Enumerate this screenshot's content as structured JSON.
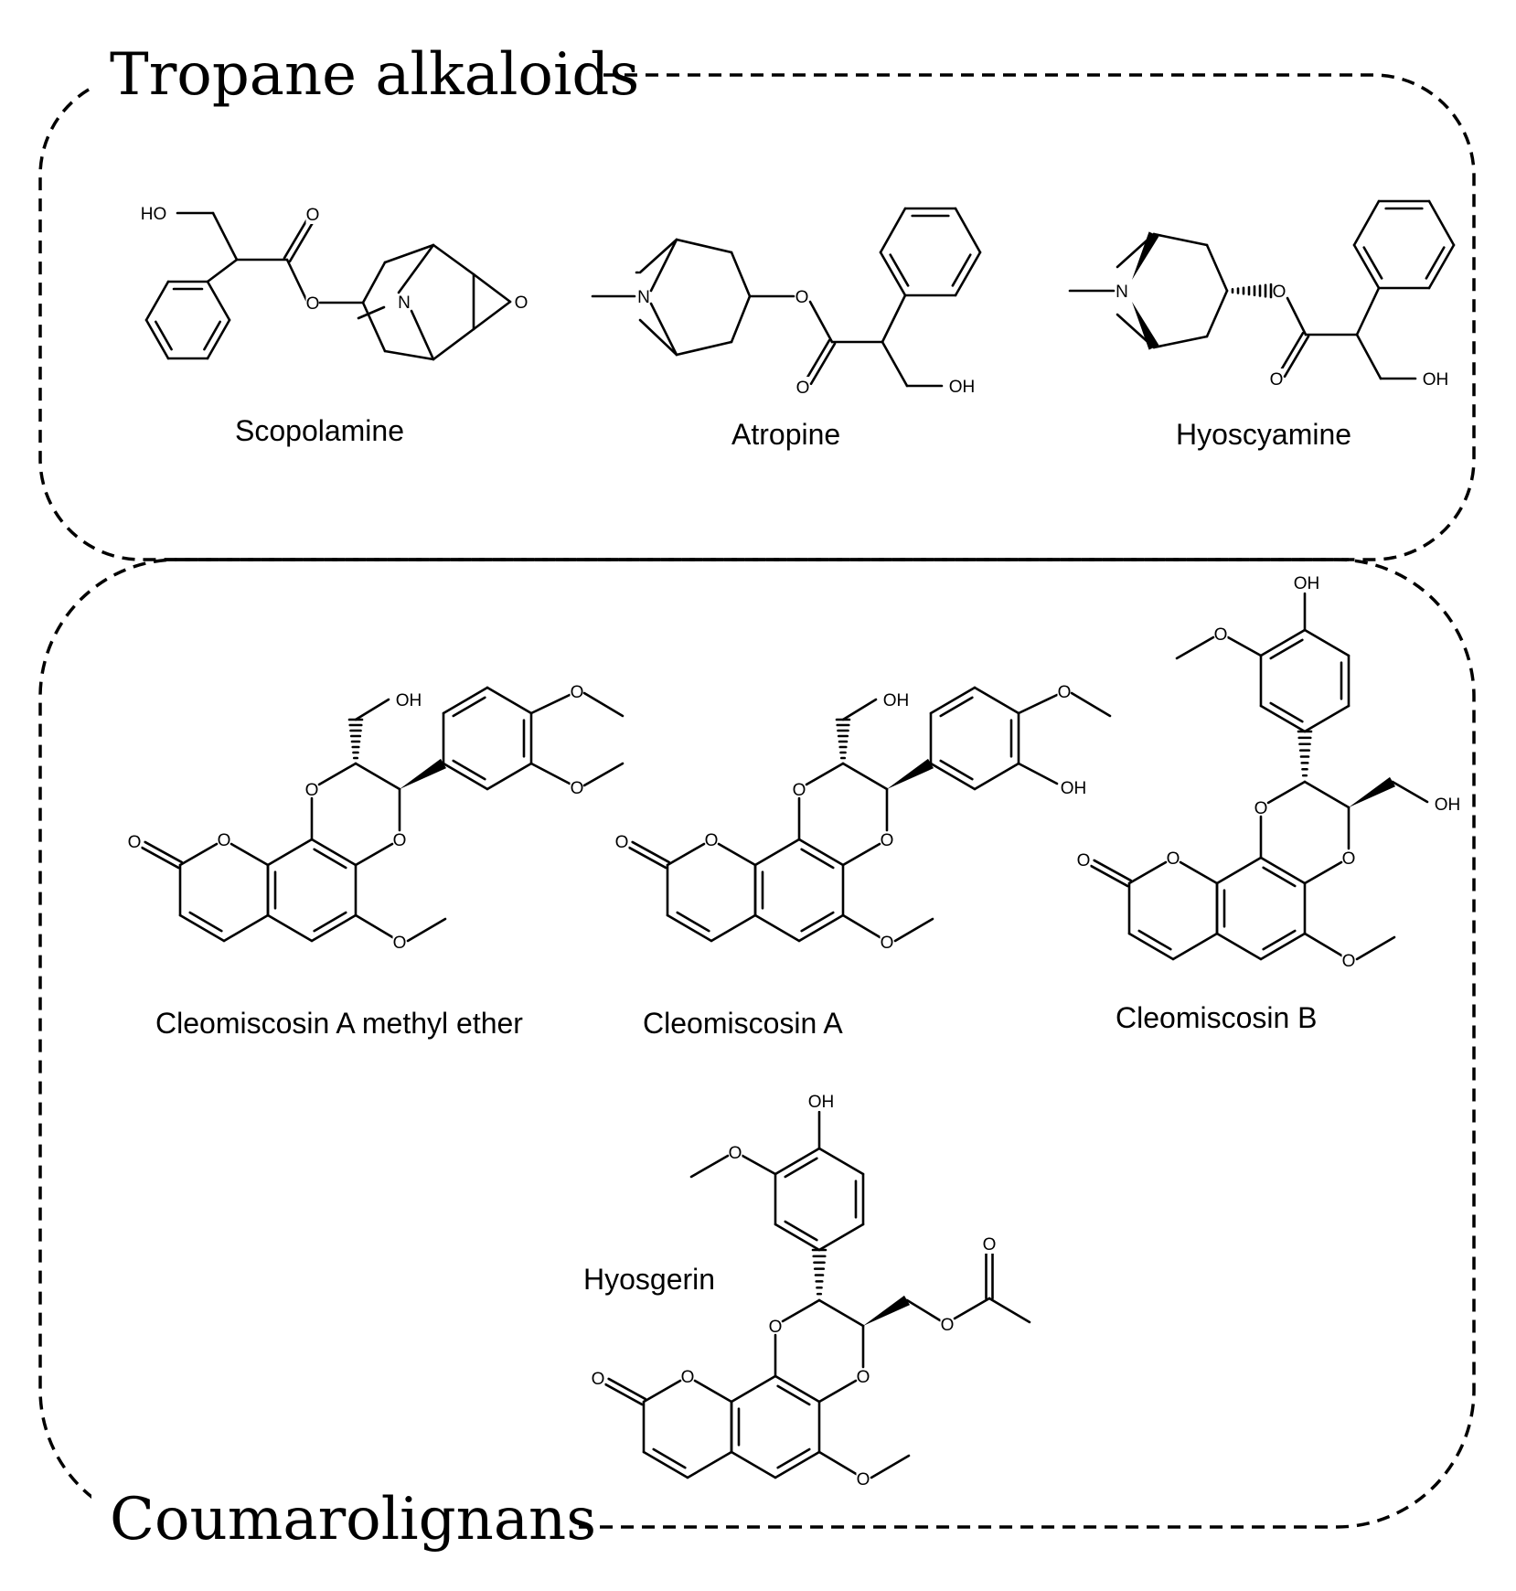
{
  "groups": {
    "tropane": {
      "title": "Tropane alkaloids"
    },
    "coumaro": {
      "title": "Coumarolignans"
    }
  },
  "compounds": {
    "scopolamine": "Scopolamine",
    "atropine": "Atropine",
    "hyoscyamine": "Hyoscyamine",
    "cleomiscosin_a_methyl_ether": "Cleomiscosin A methyl ether",
    "cleomiscosin_a": "Cleomiscosin A",
    "cleomiscosin_b": "Cleomiscosin B",
    "hyosgerin": "Hyosgerin"
  },
  "atom_labels": {
    "O": "O",
    "N": "N",
    "OH": "OH",
    "HO": "HO"
  },
  "colors": {
    "ink": "#000000",
    "background": "#ffffff"
  }
}
